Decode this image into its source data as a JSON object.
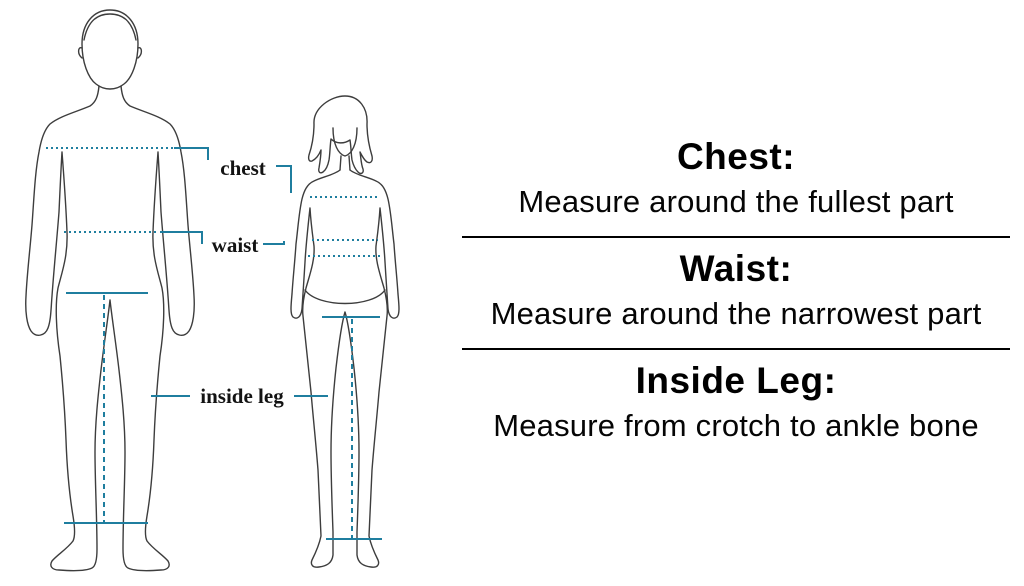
{
  "diagram": {
    "line_color": "#1f7e9f",
    "label_color": "#131313",
    "outline_color": "#3d3d3d",
    "labels": {
      "chest": "chest",
      "waist": "waist",
      "inside_leg": "inside leg"
    }
  },
  "guide": {
    "sections": [
      {
        "title": "Chest:",
        "description": "Measure around the fullest part"
      },
      {
        "title": "Waist:",
        "description": "Measure around the narrowest part"
      },
      {
        "title": "Inside Leg:",
        "description": "Measure from crotch to ankle bone"
      }
    ]
  }
}
